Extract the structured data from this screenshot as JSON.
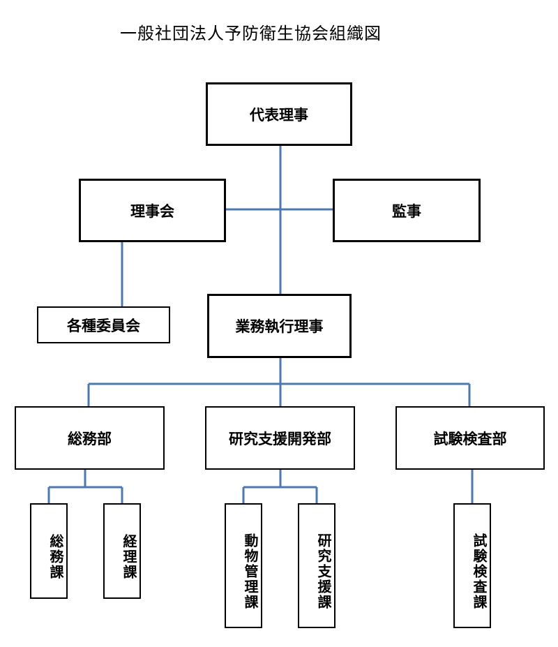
{
  "title": "一般社団法人予防衛生協会組織図",
  "colors": {
    "connector": "#4a7ab5",
    "border": "#000000"
  },
  "nodes": {
    "representative_director": "代表理事",
    "board_of_directors": "理事会",
    "auditor": "監事",
    "committees": "各種委員会",
    "executive_director": "業務執行理事",
    "general_affairs_dept": "総務部",
    "research_support_dept": "研究支援開発部",
    "testing_dept": "試験検査部",
    "general_affairs_section": "総務課",
    "accounting_section": "経理課",
    "animal_management_section": "動物管理課",
    "research_support_section": "研究支援課",
    "testing_section": "試験検査課"
  }
}
